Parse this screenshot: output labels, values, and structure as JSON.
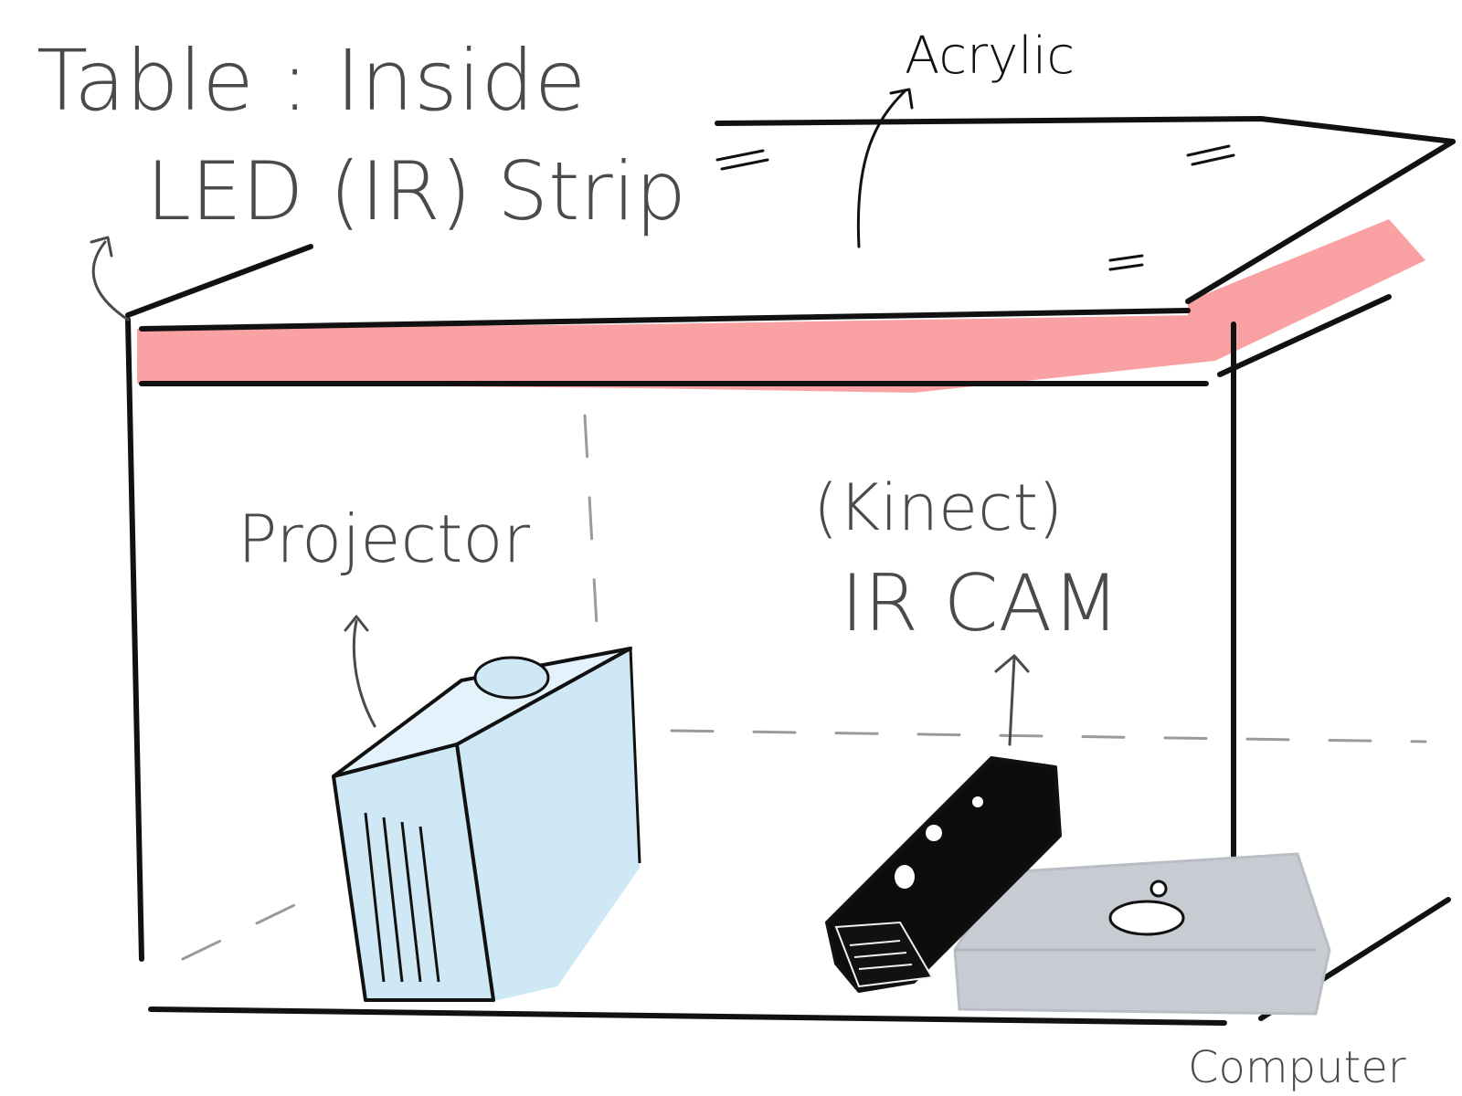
{
  "labels": {
    "title_line1": "Table : Inside",
    "title_line2": "LED (IR) Strip",
    "acrylic": "Acrylic",
    "projector": "Projector",
    "kinect": "(Kinect)",
    "ir_cam": "IR CAM",
    "computer": "Computer"
  },
  "colors": {
    "ink": "#111111",
    "pencil": "#4a4a4a",
    "led_strip": "#f7898c",
    "projector_body": "#cfe8f6",
    "computer_body": "#c7ccd2",
    "kinect_body": "#0d0d0d"
  },
  "icons": {
    "acrylic_arrow": "arrow-up-icon",
    "led_arrow": "arrow-up-icon",
    "projector_arrow": "arrow-up-icon",
    "camera_arrow": "arrow-up-icon"
  }
}
